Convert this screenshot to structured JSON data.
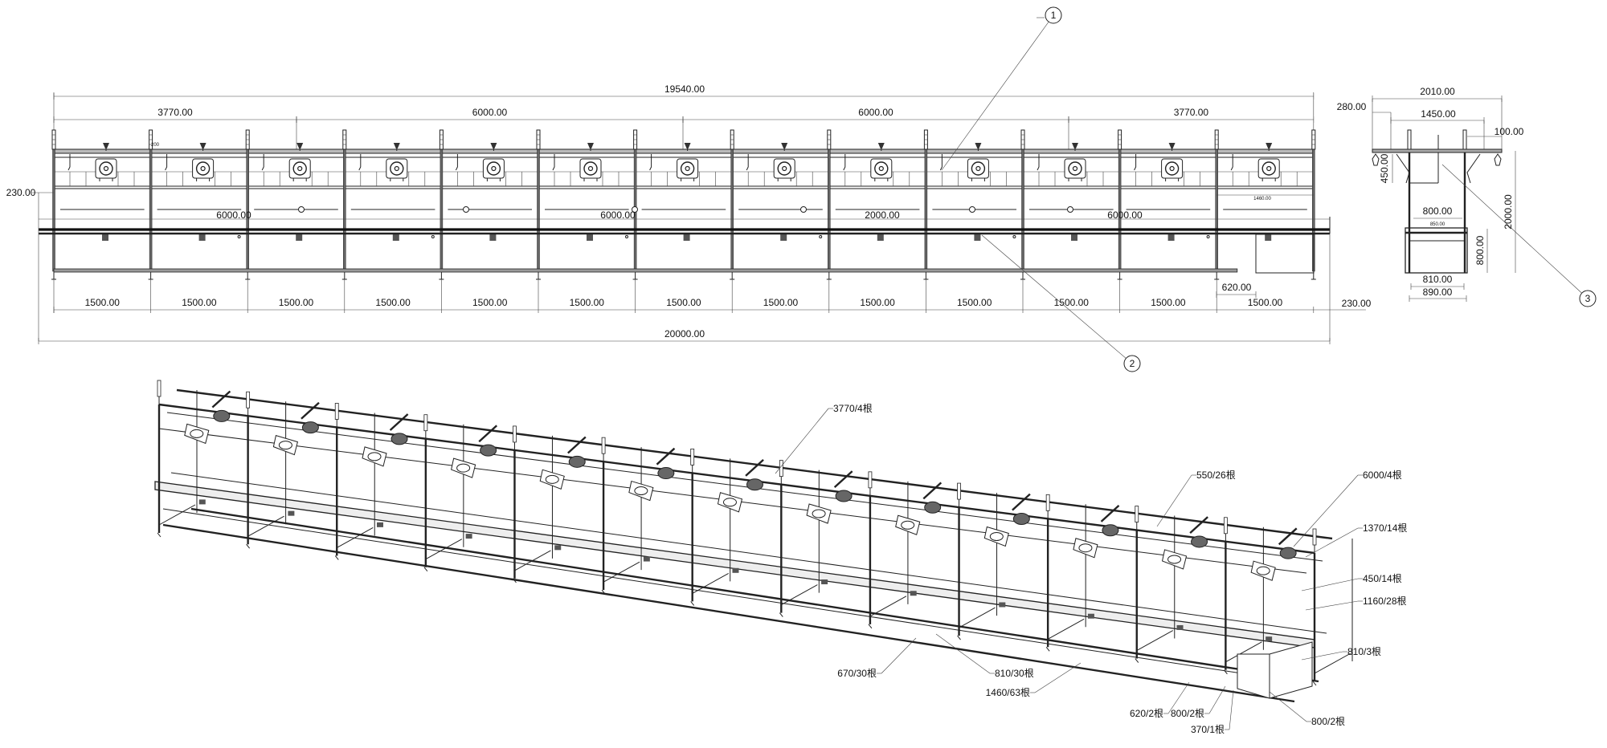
{
  "front_view": {
    "overall_top": "19540.00",
    "top_segments": [
      "3770.00",
      "6000.00",
      "6000.00",
      "3770.00"
    ],
    "mid_segments": [
      "6000.00",
      "6000.00",
      "2000.00",
      "6000.00"
    ],
    "bay_dims": [
      "1500.00",
      "1500.00",
      "1500.00",
      "1500.00",
      "1500.00",
      "1500.00",
      "1500.00",
      "1500.00",
      "1500.00",
      "1500.00",
      "1500.00",
      "1500.00",
      "1500.00"
    ],
    "overall_bottom": "20000.00",
    "left_offset": "230.00",
    "right_offset": "230.00",
    "end_bay": "620.00",
    "small_dim": "1460.00",
    "small_tag": "200"
  },
  "side_view": {
    "width_total": "2010.00",
    "overhang": "280.00",
    "top_width": "1450.00",
    "lamp_offset": "100.00",
    "bracket_height": "450.00",
    "table_width": "800.00",
    "table_inner": "850.00",
    "table_height": "800.00",
    "total_height": "2000.00",
    "base_width": "810.00",
    "foot_width": "890.00"
  },
  "callouts": [
    "1",
    "2",
    "3"
  ],
  "parts_list": {
    "p3770": "3770/4根",
    "p550": "550/26根",
    "p6000": "6000/4根",
    "p1370": "1370/14根",
    "p450": "450/14根",
    "p1160": "1160/28根",
    "p810a": "810/3根",
    "p670": "670/30根",
    "p810b": "810/30根",
    "p1460": "1460/63根",
    "p620": "620/2根",
    "p800a": "800/2根",
    "p370": "370/1根",
    "p800b": "800/2根"
  }
}
